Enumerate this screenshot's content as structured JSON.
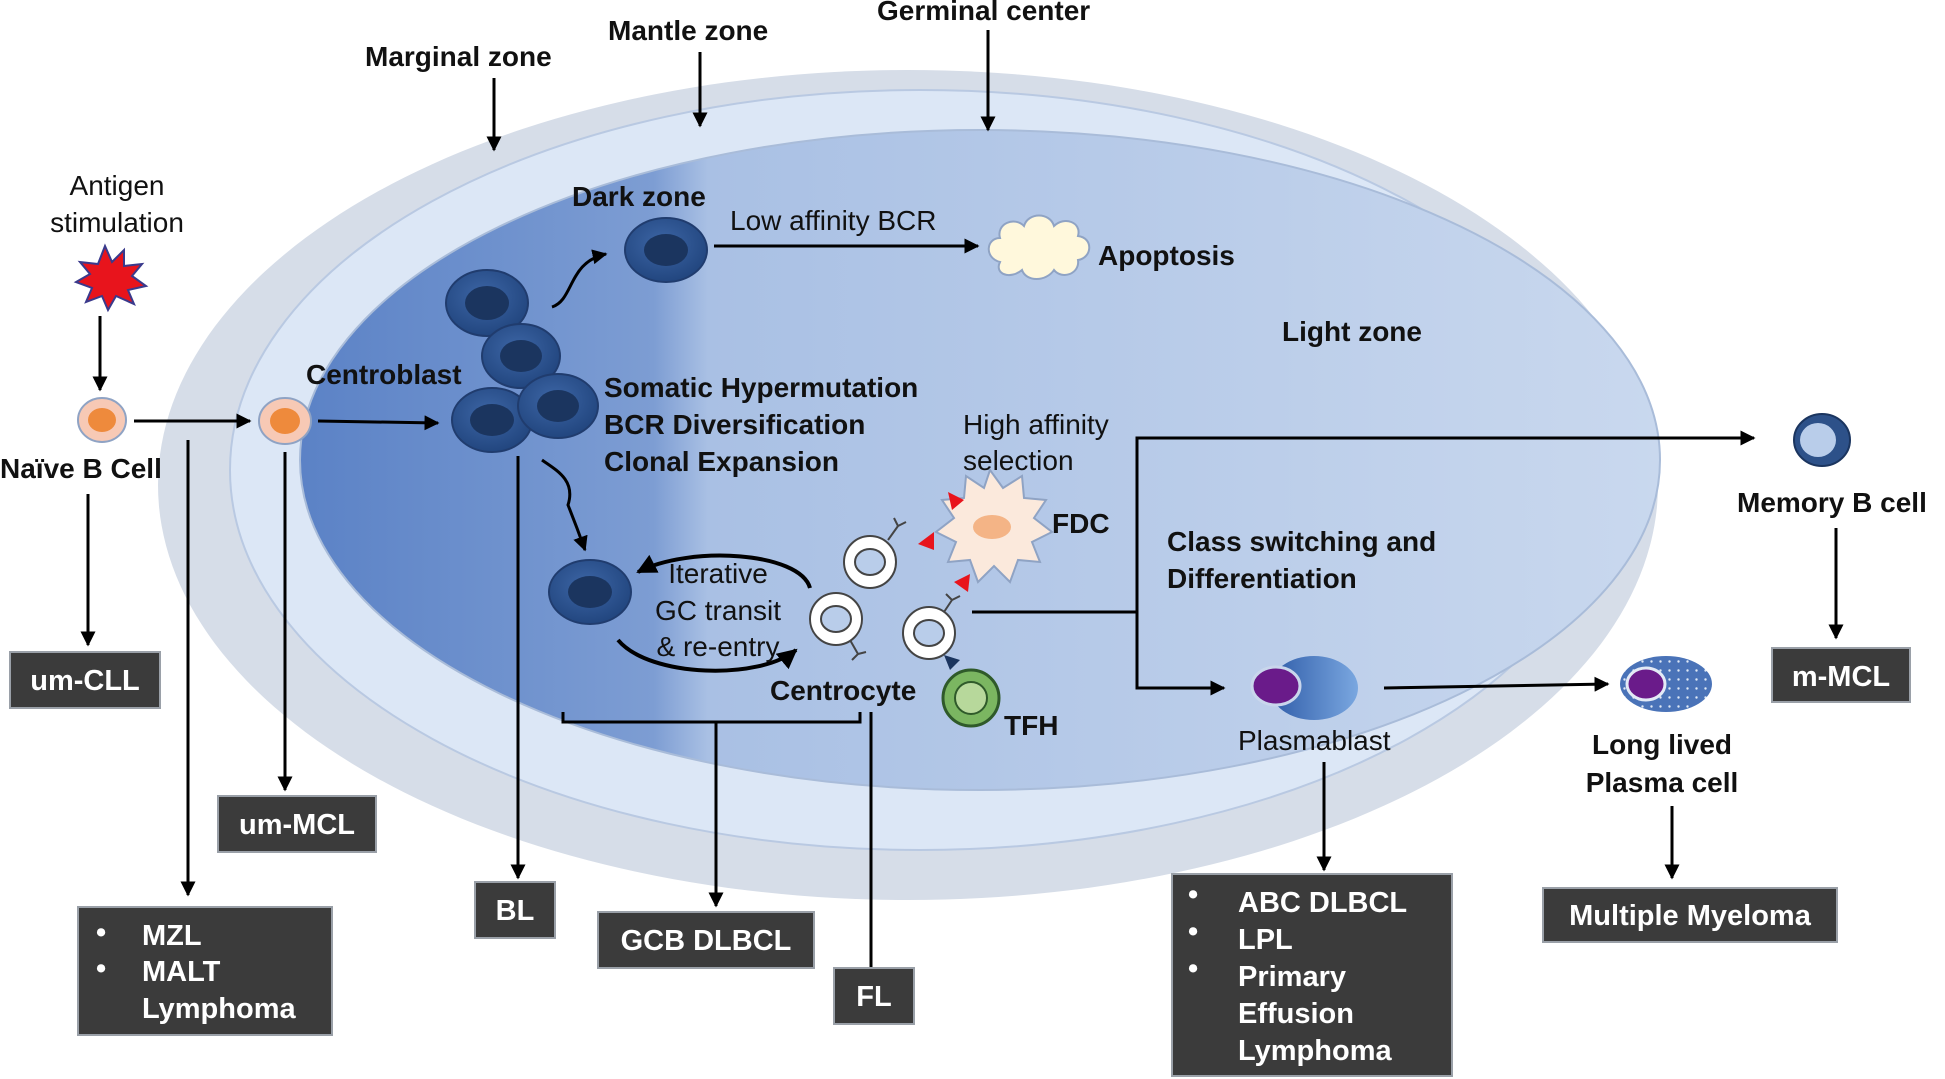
{
  "zones": {
    "marginal": "Marginal zone",
    "mantle": "Mantle zone",
    "germinal": "Germinal center",
    "dark": "Dark zone",
    "light": "Light zone"
  },
  "antigen": {
    "line1": "Antigen",
    "line2": "stimulation"
  },
  "cells": {
    "naive": "Naïve B Cell",
    "centroblast": "Centroblast",
    "centrocyte": "Centrocyte",
    "apoptosis": "Apoptosis",
    "fdc": "FDC",
    "tfh": "TFH",
    "plasmablast": "Plasmablast",
    "memory": "Memory B cell",
    "plasma_line1": "Long lived",
    "plasma_line2": "Plasma cell"
  },
  "processes": {
    "low_affinity": "Low affinity BCR",
    "shm": "Somatic Hypermutation",
    "bcr_div": "BCR Diversification",
    "clonal": "Clonal Expansion",
    "high_aff_line1": "High affinity",
    "high_aff_line2": "selection",
    "iter_line1": "Iterative",
    "iter_line2": "GC transit",
    "iter_line3": "& re-entry",
    "class_line1": "Class switching and",
    "class_line2": "Differentiation"
  },
  "diseases": {
    "um_cll": "um-CLL",
    "um_mcl": "um-MCL",
    "mzl_list": [
      "MZL",
      "MALT",
      "Lymphoma"
    ],
    "bl": "BL",
    "gcb_dlbcl": "GCB DLBCL",
    "fl": "FL",
    "abc_list": [
      "ABC DLBCL",
      "LPL",
      "Primary",
      "Effusion",
      "Lymphoma"
    ],
    "multiple_myeloma": "Multiple Myeloma",
    "m_mcl": "m-MCL"
  },
  "bullet": "•",
  "colors": {
    "outer_zone": "#d6dde8",
    "mantle_zone": "#dce7f6",
    "dark_zone": "#5b82c6",
    "light_zone": "#c5d5ec",
    "cell_dark": "#2d5189",
    "box_fill": "#3b3b3b",
    "antigen": "#e8141c",
    "tfh": "#7bb661",
    "plasma_nucleus": "#6a1b8a"
  }
}
